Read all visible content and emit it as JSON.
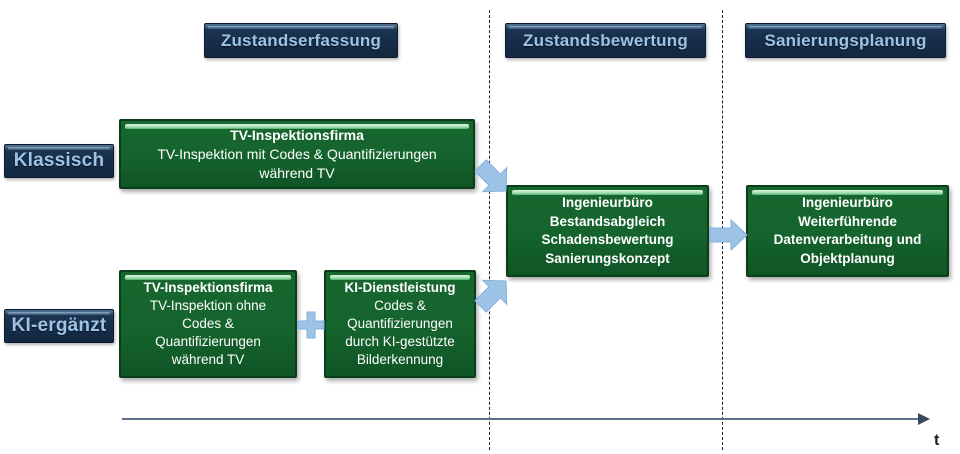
{
  "diagram": {
    "title_bar": {
      "phases": [
        {
          "id": "zustandserfassung",
          "label": "Zustandserfassung"
        },
        {
          "id": "zustandsbewertung",
          "label": "Zustandsbewertung"
        },
        {
          "id": "sanierungsplanung",
          "label": "Sanierungsplanung"
        }
      ]
    },
    "rows": [
      {
        "id": "klassisch",
        "label": "Klassisch"
      },
      {
        "id": "ki-ergaenzt",
        "label": "KI-ergänzt"
      }
    ],
    "boxes": {
      "klassisch_inspection": {
        "title": "TV-Inspektionsfirma",
        "line1": "TV-Inspektion  mit Codes & Quantifizierungen",
        "line2": "während TV"
      },
      "ki_inspection": {
        "title": "TV-Inspektionsfirma",
        "line1": "TV-Inspektion  ohne",
        "line2": "Codes &",
        "line3": "Quantifizierungen",
        "line4": "während TV"
      },
      "ki_service": {
        "title": "KI-Dienstleistung",
        "line1": "Codes &",
        "line2": "Quantifizierungen",
        "line3": "durch KI-gestützte",
        "line4": "Bilderkennung"
      },
      "engineering_assessment": {
        "title": "Ingenieurbüro",
        "line1": "Bestandsabgleich",
        "line2": "Schadensbewertung",
        "line3": "Sanierungskonzept"
      },
      "engineering_planning": {
        "title": "Ingenieurbüro",
        "line1": "Weiterführende",
        "line2": "Datenverarbeitung und",
        "line3": "Objektplanung"
      }
    },
    "axis": {
      "label": "t"
    },
    "connectors": [
      {
        "id": "arrow-klassisch-to-bewertung",
        "kind": "arrow-down-right"
      },
      {
        "id": "arrow-ki-to-bewertung",
        "kind": "arrow-up-right"
      },
      {
        "id": "arrow-bewertung-to-planung",
        "kind": "arrow-right"
      },
      {
        "id": "plus-ki-boxes",
        "kind": "plus"
      }
    ],
    "colors": {
      "green_box": "#15632d",
      "green_border": "#0b3d1b",
      "green_gloss": "#9ddcae",
      "navy_chip": "#17304d",
      "chip_text": "#9dc3e6",
      "arrow_blue": "#9dc3e6",
      "axis": "#5b7288",
      "divider": "#1b1b1b"
    }
  }
}
